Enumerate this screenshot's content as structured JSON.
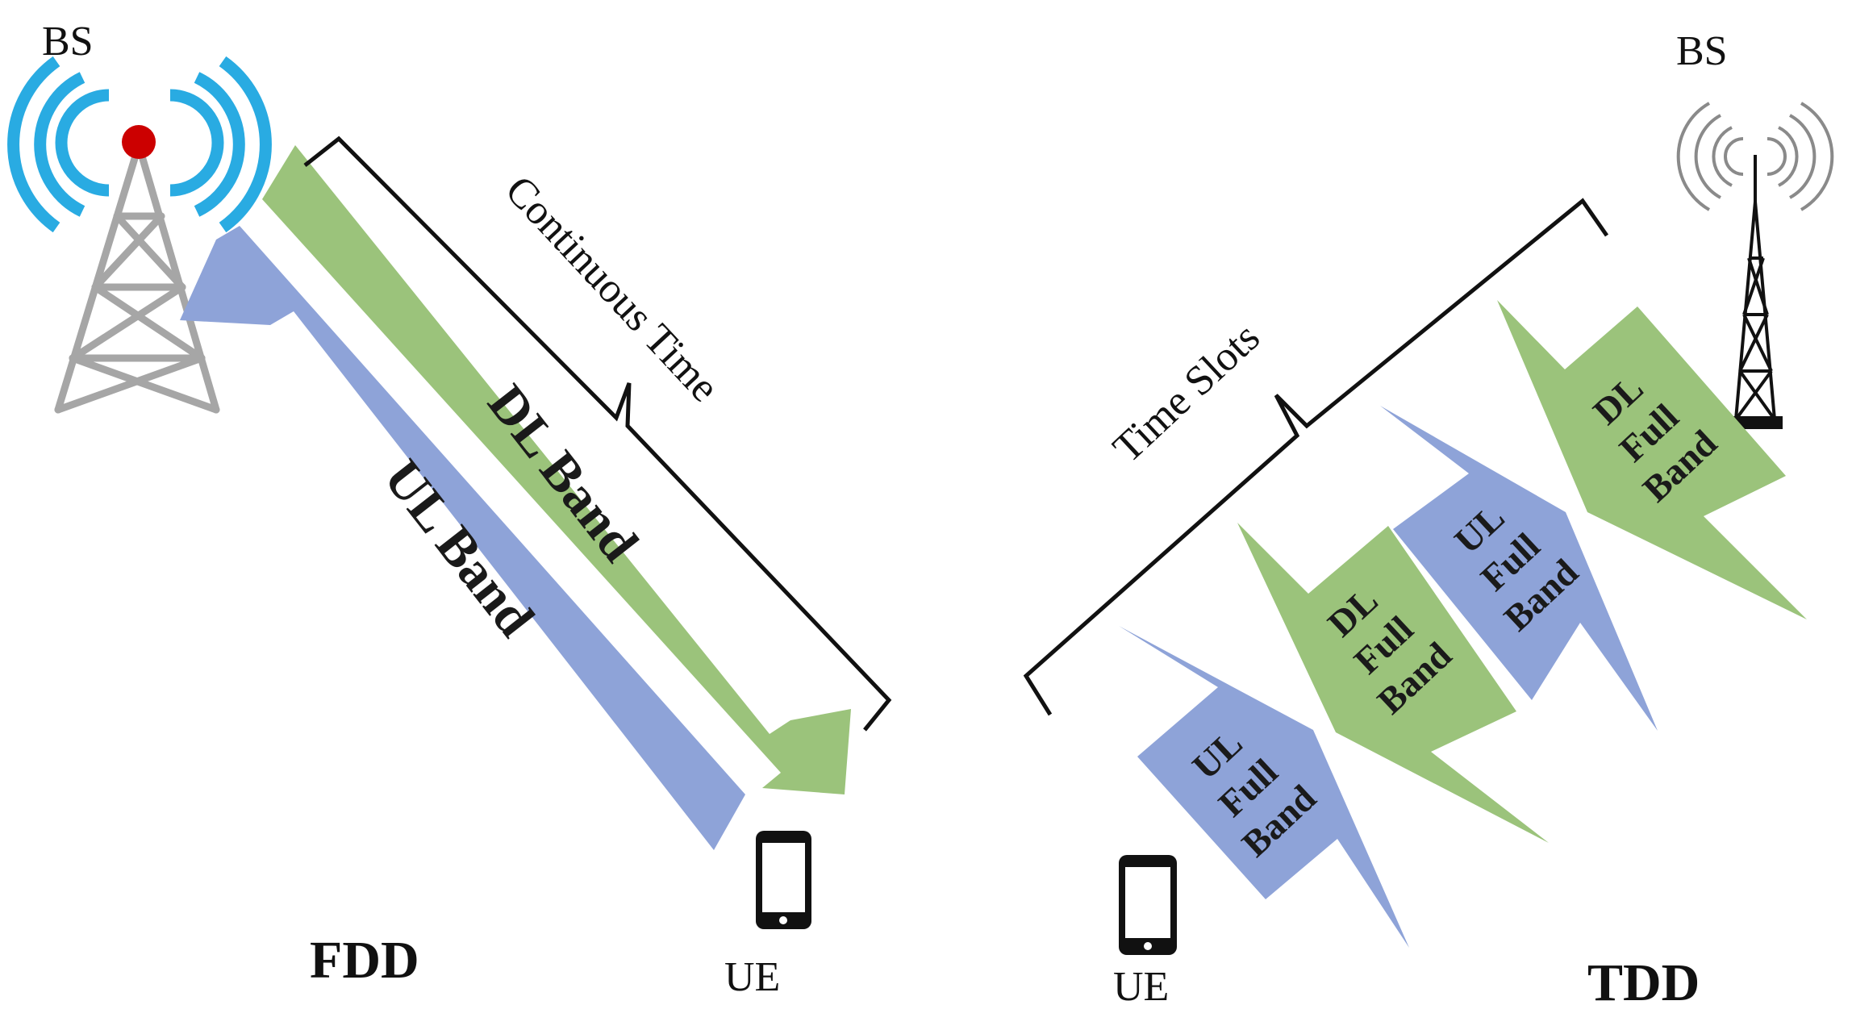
{
  "fdd": {
    "bs_label": "BS",
    "ue_label": "UE",
    "mode_label": "FDD",
    "bracket_label": "Continuous Time",
    "dl_band": "DL Band",
    "ul_band": "UL Band"
  },
  "tdd": {
    "bs_label": "BS",
    "ue_label": "UE",
    "mode_label": "TDD",
    "bracket_label": "Time Slots",
    "slots": [
      {
        "lines": [
          "UL",
          "Full",
          "Band"
        ]
      },
      {
        "lines": [
          "DL",
          "Full",
          "Band"
        ]
      },
      {
        "lines": [
          "UL",
          "Full",
          "Band"
        ]
      },
      {
        "lines": [
          "DL",
          "Full",
          "Band"
        ]
      }
    ]
  },
  "colors": {
    "dl": "#9bc37b",
    "ul": "#8ea3d8",
    "signal_blue": "#29abe2",
    "tower_gray": "#a6a6a6",
    "red_tip": "#cc0000"
  }
}
